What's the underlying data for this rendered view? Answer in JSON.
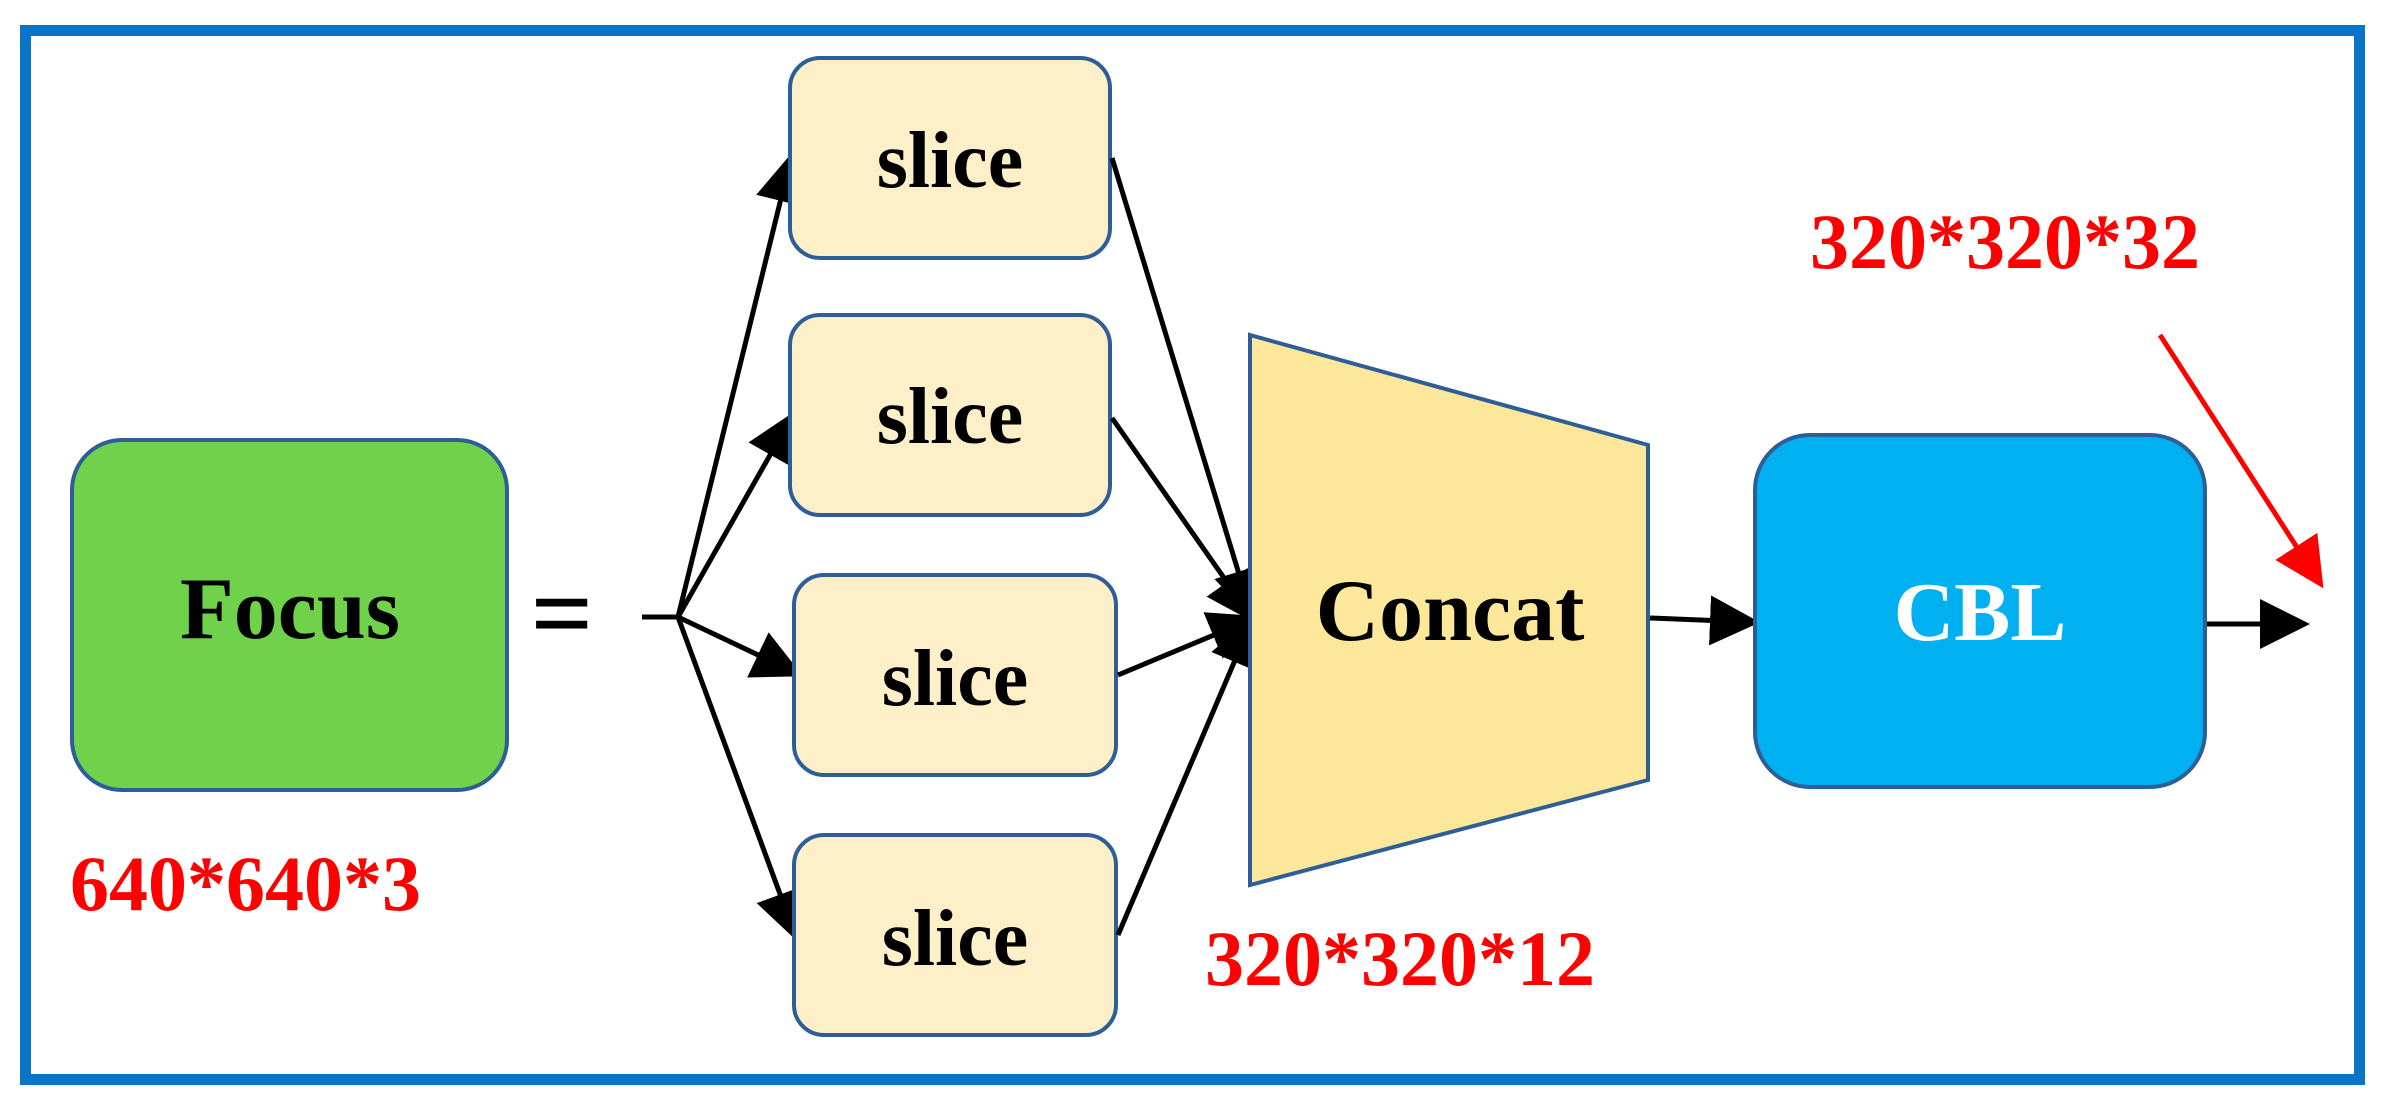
{
  "focus": {
    "label": "Focus",
    "size_label": "640*640*3",
    "fill": "#70d24a"
  },
  "equals_sign": "=",
  "slices": [
    {
      "label": "slice"
    },
    {
      "label": "slice"
    },
    {
      "label": "slice"
    },
    {
      "label": "slice"
    }
  ],
  "slice_fill": "#fdefc8",
  "concat": {
    "label": "Concat",
    "size_label": "320*320*12",
    "fill": "#fde79a"
  },
  "cbl": {
    "label": "CBL",
    "fill": "#00b0f0",
    "text_color": "#ffffff"
  },
  "output": {
    "size_label": "320*320*32"
  },
  "colors": {
    "frame": "#0a74c6",
    "node_border": "#2e5e97",
    "annotation": "#ff0000",
    "arrow": "#000000"
  }
}
